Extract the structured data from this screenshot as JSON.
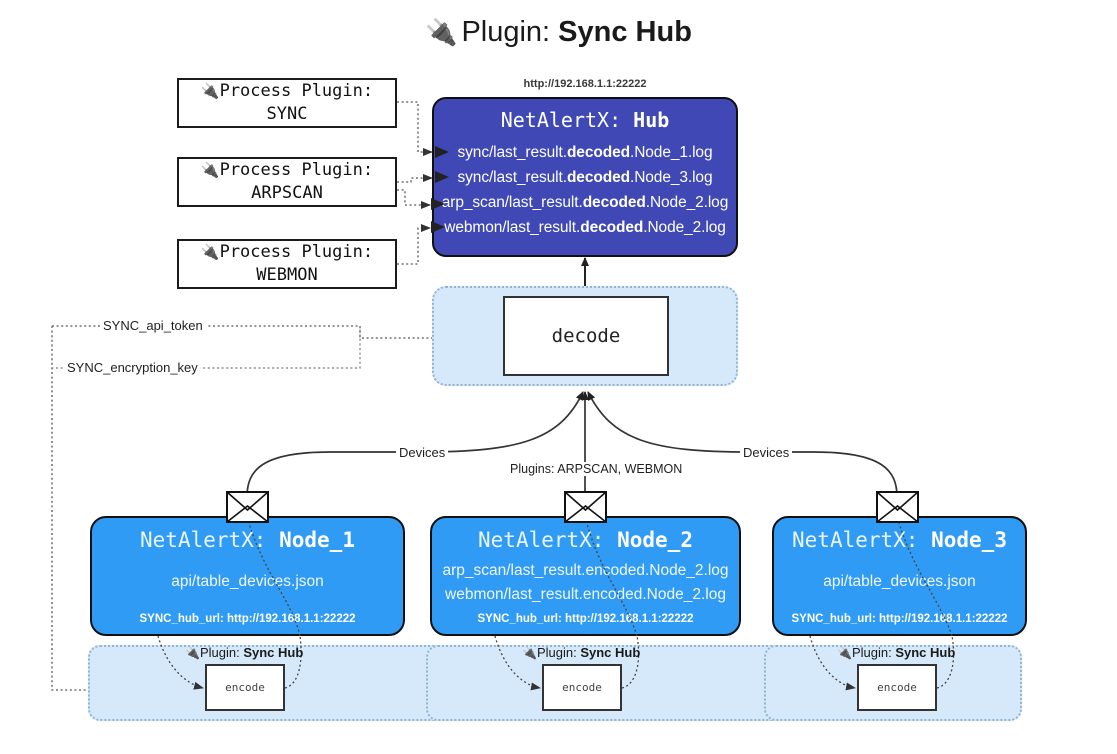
{
  "title": {
    "icon": "plug-icon",
    "prefix": "Plugin:",
    "name": "Sync Hub"
  },
  "process_plugins": [
    {
      "icon": "plug-icon",
      "line1": "Process Plugin:",
      "line2": "SYNC"
    },
    {
      "icon": "plug-icon",
      "line1": "Process Plugin:",
      "line2": "ARPSCAN"
    },
    {
      "icon": "plug-icon",
      "line1": "Process Plugin:",
      "line2": "WEBMON"
    }
  ],
  "hub": {
    "url": "http://192.168.1.1:22222",
    "title_prefix": "NetAlertX:",
    "title_name": "Hub",
    "lines": [
      {
        "pre": "sync/last_result.",
        "mid": "decoded",
        "post": ".Node_1.log"
      },
      {
        "pre": "sync/last_result.",
        "mid": "decoded",
        "post": ".Node_3.log"
      },
      {
        "pre": "arp_scan/last_result.",
        "mid": "decoded",
        "post": ".Node_2.log"
      },
      {
        "pre": "webmon/last_result.",
        "mid": "decoded",
        "post": ".Node_2.log"
      }
    ]
  },
  "decode": {
    "label": "decode"
  },
  "secrets": [
    {
      "label": "SYNC_api_token"
    },
    {
      "label": "SYNC_encryption_key"
    }
  ],
  "connector_labels": {
    "devices_left": "Devices",
    "devices_right": "Devices",
    "plugins_center": "Plugins: ARPSCAN, WEBMON"
  },
  "nodes": [
    {
      "title_prefix": "NetAlertX:",
      "title_name": "Node_1",
      "lines": [
        "api/table_devices.json"
      ],
      "footer": "SYNC_hub_url: http://192.168.1.1:22222",
      "plugin_tag_prefix": "Plugin:",
      "plugin_tag_name": "Sync Hub",
      "encode_label": "encode",
      "icon": "envelope-icon"
    },
    {
      "title_prefix": "NetAlertX:",
      "title_name": "Node_2",
      "lines": [
        "arp_scan/last_result.encoded.Node_2.log",
        "webmon/last_result.encoded.Node_2.log"
      ],
      "footer": "SYNC_hub_url: http://192.168.1.1:22222",
      "plugin_tag_prefix": "Plugin:",
      "plugin_tag_name": "Sync Hub",
      "encode_label": "encode",
      "icon": "envelope-icon"
    },
    {
      "title_prefix": "NetAlertX:",
      "title_name": "Node_3",
      "lines": [
        "api/table_devices.json"
      ],
      "footer": "SYNC_hub_url: http://192.168.1.1:22222",
      "plugin_tag_prefix": "Plugin:",
      "plugin_tag_name": "Sync Hub",
      "encode_label": "encode",
      "icon": "envelope-icon"
    }
  ],
  "colors": {
    "hub_fill": "#3f48b5",
    "node_fill": "#2f9bf5",
    "container_fill": "#d6e9fb",
    "container_border": "#8fb4d4",
    "stroke": "#1b1b1b"
  }
}
